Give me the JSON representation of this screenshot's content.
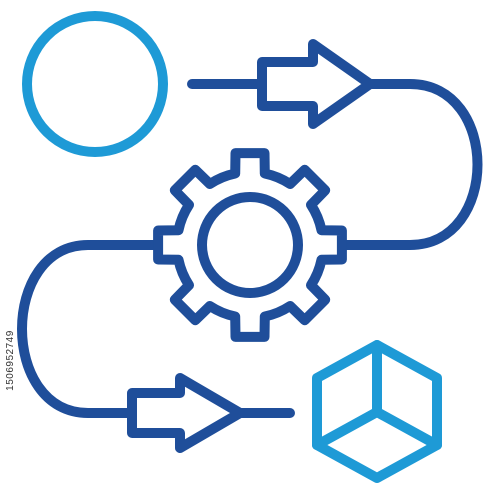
{
  "icon": {
    "name": "process-workflow",
    "parts": [
      {
        "name": "circle-icon",
        "color_key": "light"
      },
      {
        "name": "arrow-right-icon",
        "color_key": "dark"
      },
      {
        "name": "gear-icon",
        "color_key": "dark"
      },
      {
        "name": "cube-icon",
        "color_key": "light"
      }
    ]
  },
  "colors": {
    "dark": "#1f4e9a",
    "light": "#1e9ad6",
    "background": "#ffffff"
  },
  "stock_id": "1506952749"
}
